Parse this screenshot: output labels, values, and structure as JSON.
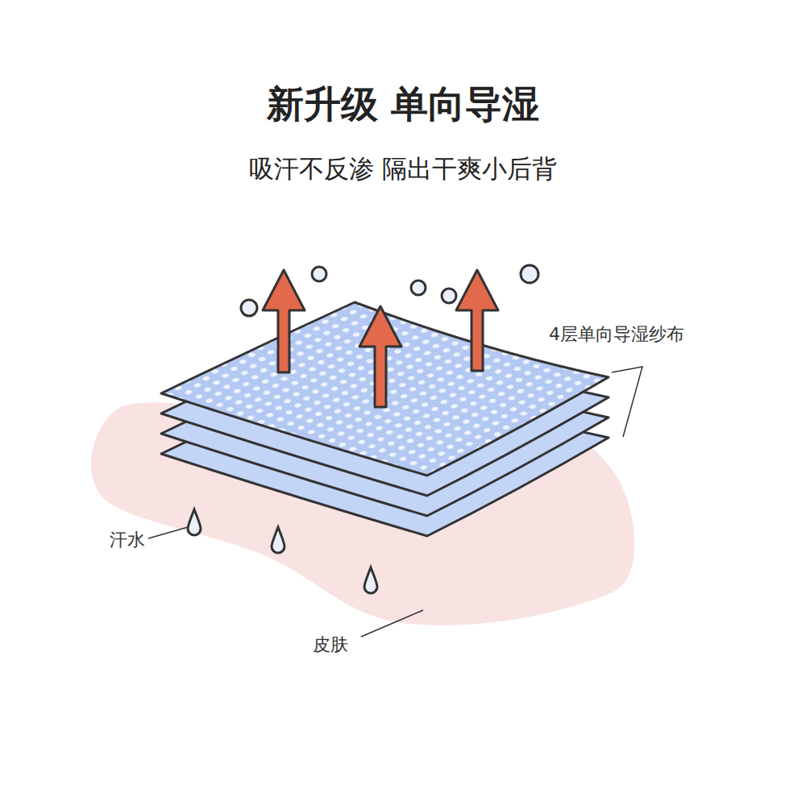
{
  "diagram": {
    "title": "新升级 单向导湿",
    "labels": [
      "吸汗不反渗 隔出干爽小后背",
      "4层单向导湿纱布",
      "汗水",
      "皮肤"
    ]
  }
}
